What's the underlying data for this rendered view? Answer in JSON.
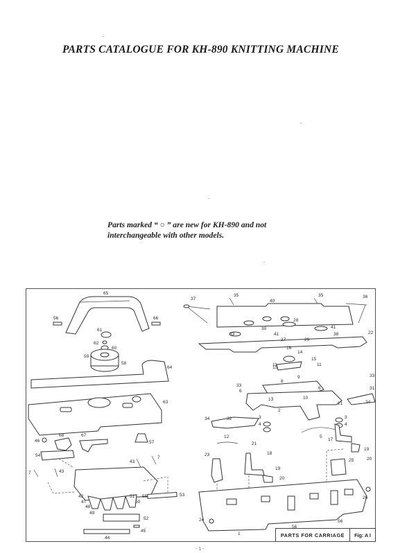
{
  "page": {
    "title": "PARTS CATALOGUE FOR KH-890 KNITTING MACHINE",
    "note_line1": "Parts marked “ ○ ” are new for KH-890 and not",
    "note_line2": "interchangeable with other models.",
    "page_number": "- 1 -"
  },
  "figure": {
    "caption": "PARTS FOR CARRIAGE",
    "fig_label": "Fig: A I",
    "left_group_callouts": [
      "65",
      "56",
      "66",
      "61",
      "62",
      "60",
      "59",
      "58",
      "64",
      "63",
      "68",
      "67",
      "57",
      "46",
      "54",
      "7",
      "43",
      "43",
      "7",
      "55",
      "53",
      "42",
      "47",
      "48",
      "51",
      "50",
      "49",
      "52",
      "44",
      "45"
    ],
    "right_group_callouts": [
      "37",
      "35",
      "40",
      "35",
      "36",
      "28",
      "30",
      "41",
      "27",
      "29",
      "41",
      "33",
      "38",
      "22",
      "16",
      "14",
      "15",
      "15",
      "11",
      "11",
      "9",
      "8",
      "13",
      "10",
      "6",
      "6",
      "33",
      "31",
      "33",
      "34",
      "21",
      "34",
      "32",
      "3",
      "3",
      "4",
      "4",
      "2",
      "5",
      "12",
      "21",
      "18",
      "17",
      "19",
      "19",
      "20",
      "20",
      "23",
      "25",
      "26",
      "24",
      "1",
      "56",
      "56"
    ]
  },
  "labels": {
    "l65": "65",
    "l56a": "56",
    "l66": "66",
    "l61": "61",
    "l62": "62",
    "l60": "60",
    "l59": "59",
    "l58": "58",
    "l64": "64",
    "l63": "63",
    "l68": "68",
    "l67": "67",
    "l57": "57",
    "l46": "46",
    "l54": "54",
    "l7a": "7",
    "l43a": "43",
    "l43b": "43",
    "l7b": "7",
    "l55": "55",
    "l53": "53",
    "l42": "42",
    "l47": "47",
    "l48": "48",
    "l51": "51",
    "l50": "50",
    "l49": "49",
    "l52": "52",
    "l44": "44",
    "l45": "45",
    "l37": "37",
    "l35a": "35",
    "l40": "40",
    "l35b": "35",
    "l36": "36",
    "l28": "28",
    "l30": "30",
    "l41a": "41",
    "l27": "27",
    "l29": "29",
    "l41b": "41",
    "l33a": "33",
    "l38": "38",
    "l22": "22",
    "l16": "16",
    "l14": "14",
    "l15a": "15",
    "l15b": "15",
    "l11a": "11",
    "l11b": "11",
    "l9": "9",
    "l8": "8",
    "l13": "13",
    "l10": "10",
    "l6a": "6",
    "l6b": "6",
    "l33b": "33",
    "l31": "31",
    "l33c": "33",
    "l34a": "34",
    "l21a": "21",
    "l34b": "34",
    "l32": "32",
    "l3a": "3",
    "l3b": "3",
    "l4a": "4",
    "l4b": "4",
    "l2": "2",
    "l5": "5",
    "l12": "12",
    "l21b": "21",
    "l18": "18",
    "l17": "17",
    "l19a": "19",
    "l19b": "19",
    "l20a": "20",
    "l20b": "20",
    "l23": "23",
    "l25": "25",
    "l26": "26",
    "l24": "24",
    "l1": "1",
    "l56b": "56",
    "l56c": "56"
  }
}
